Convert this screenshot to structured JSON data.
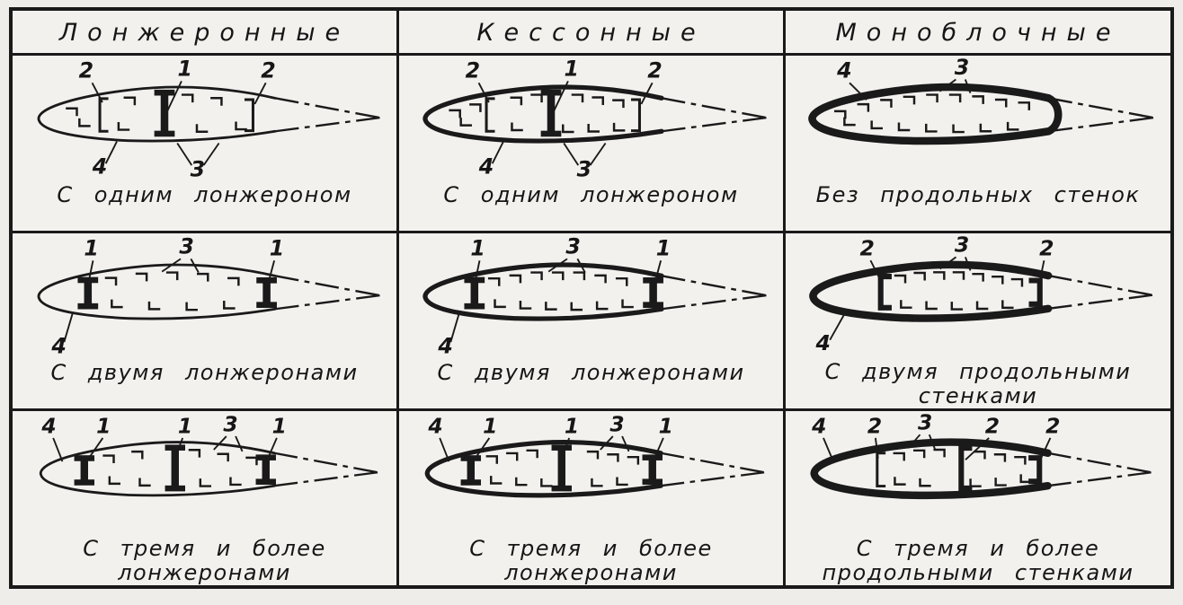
{
  "colors": {
    "background": "#efedea",
    "ink": "#1a1a1a"
  },
  "table": {
    "headers": [
      {
        "label": "Лонжеронные"
      },
      {
        "label": "Кессонные"
      },
      {
        "label": "Моноблочные"
      }
    ],
    "cells": [
      {
        "caption_lines": [
          "С одним лонжероном"
        ],
        "callouts": [
          "2",
          "1",
          "2",
          "4",
          "3"
        ]
      },
      {
        "caption_lines": [
          "С одним лонжероном"
        ],
        "callouts": [
          "2",
          "1",
          "2",
          "4",
          "3"
        ]
      },
      {
        "caption_lines": [
          "Без продольных стенок"
        ],
        "callouts": [
          "4",
          "3"
        ]
      },
      {
        "caption_lines": [
          "С двумя лонжеронами"
        ],
        "callouts": [
          "1",
          "3",
          "1",
          "4"
        ]
      },
      {
        "caption_lines": [
          "С двумя лонжеронами"
        ],
        "callouts": [
          "1",
          "3",
          "1",
          "4"
        ]
      },
      {
        "caption_lines": [
          "С двумя продольными",
          "стенками"
        ],
        "callouts": [
          "2",
          "3",
          "2",
          "4"
        ]
      },
      {
        "caption_lines": [
          "С тремя и более",
          "лонжеронами"
        ],
        "callouts": [
          "4",
          "1",
          "1",
          "3",
          "1"
        ]
      },
      {
        "caption_lines": [
          "С тремя и более",
          "лонжеронами"
        ],
        "callouts": [
          "4",
          "1",
          "1",
          "3",
          "1"
        ]
      },
      {
        "caption_lines": [
          "С тремя и более",
          "продольными стенками"
        ],
        "callouts": [
          "4",
          "2",
          "3",
          "2",
          "2"
        ]
      }
    ]
  }
}
